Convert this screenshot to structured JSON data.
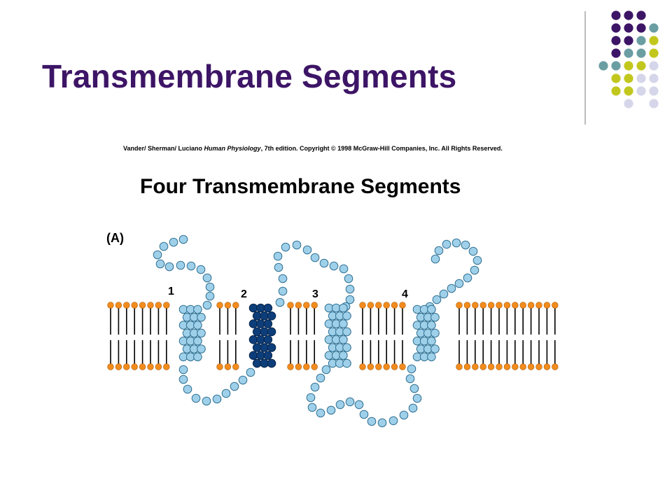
{
  "slide": {
    "title": "Transmembrane Segments",
    "decor_colors": {
      "purple": "#3d1566",
      "teal": "#6a9ea3",
      "yellow": "#c2c71e",
      "lavender": "#d6d6ea"
    }
  },
  "figure": {
    "credit_prefix": "Vander/ Sherman/ Luciano ",
    "credit_book": "Human Physiology",
    "credit_suffix": ", 7th edition. Copyright © 1998 McGraw-Hill Companies, Inc. All Rights Reserved.",
    "heading": "Four Transmembrane Segments",
    "panel_label": "(A)",
    "segment_labels": [
      "1",
      "2",
      "3",
      "4"
    ],
    "colors": {
      "residue_fill": "#9fd0ea",
      "residue_stroke": "#2e6f90",
      "highlight_fill": "#0d3e7a",
      "highlight_stroke": "#06234a",
      "lipid_head": "#f28c1e",
      "lipid_head_stroke": "#b35f05",
      "lipid_tail": "#000000"
    }
  }
}
